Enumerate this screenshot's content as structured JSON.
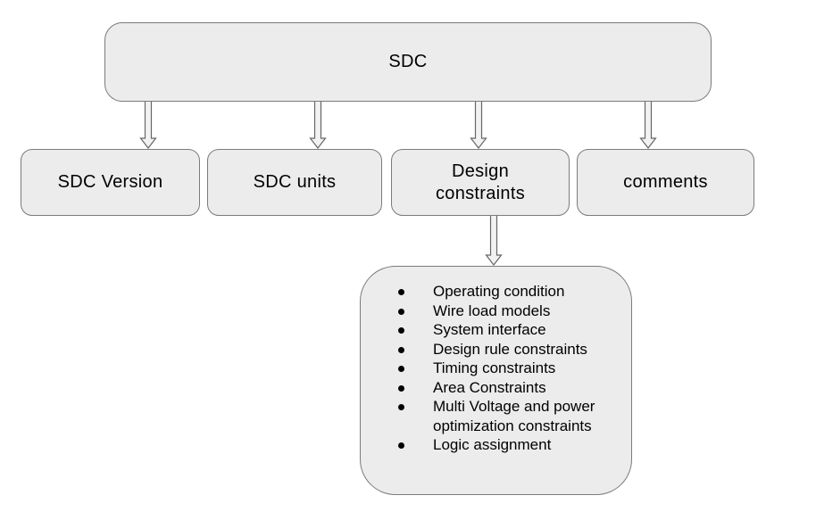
{
  "diagram": {
    "root": {
      "label": "SDC"
    },
    "children": [
      {
        "label": "SDC Version"
      },
      {
        "label": "SDC units"
      },
      {
        "label": "Design constraints"
      },
      {
        "label": "comments"
      }
    ],
    "detail_list": {
      "parent": "Design constraints",
      "items": [
        "Operating condition",
        "Wire load models",
        "System interface",
        "Design rule constraints",
        "Timing constraints",
        "Area Constraints",
        "Multi Voltage and power optimization constraints",
        "Logic assignment"
      ]
    },
    "connectors": [
      {
        "from": "SDC",
        "to": "SDC Version"
      },
      {
        "from": "SDC",
        "to": "SDC units"
      },
      {
        "from": "SDC",
        "to": "Design constraints"
      },
      {
        "from": "SDC",
        "to": "comments"
      },
      {
        "from": "Design constraints",
        "to": "detail-list"
      }
    ],
    "colors": {
      "background": "#ffffff",
      "box_fill": "#ececec",
      "box_border": "#7b7b7b",
      "arrow_fill": "#f2f2f2",
      "arrow_stroke": "#666666",
      "text": "#000000"
    }
  }
}
